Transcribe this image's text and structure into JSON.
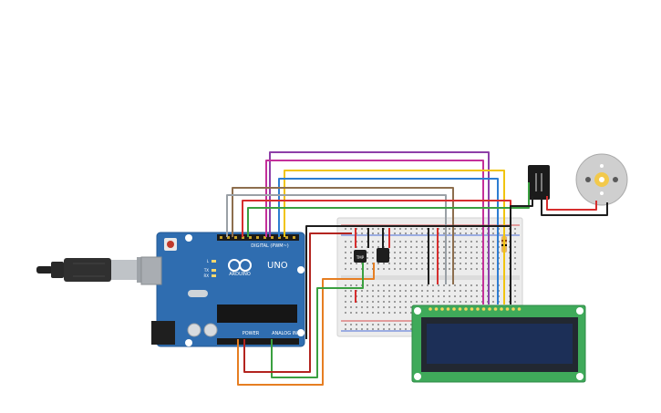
{
  "canvas": {
    "background": "#ffffff"
  },
  "arduino": {
    "board_label": "UNO",
    "brand": "ARDUINO",
    "digital_label": "DIGITAL (PWM~)",
    "power_label": "POWER",
    "analog_label": "ANALOG IN",
    "chip_label": "",
    "indicator_tx": "TX",
    "indicator_rx": "RX",
    "indicator_l": "L",
    "color": "#2f6db0"
  },
  "usb_cable": {
    "color": "#2a2a2a"
  },
  "breadboard": {
    "color": "#ececec"
  },
  "components": {
    "sensor_label": "TMP",
    "lcd_text_line1": "",
    "lcd_text_line2": ""
  },
  "wires": {
    "colors": {
      "purple": "#8e3fa8",
      "magenta": "#c4309a",
      "yellow": "#f1c40f",
      "blue": "#2d7dd2",
      "brown": "#8d6e4e",
      "gray": "#9aa0a6",
      "green": "#3aa040",
      "red": "#d62e2e",
      "black": "#1e1e1e",
      "orange": "#e67e22"
    }
  },
  "motor": {
    "body_color": "#cfcfcf",
    "shaft_color": "#f2c94c"
  }
}
